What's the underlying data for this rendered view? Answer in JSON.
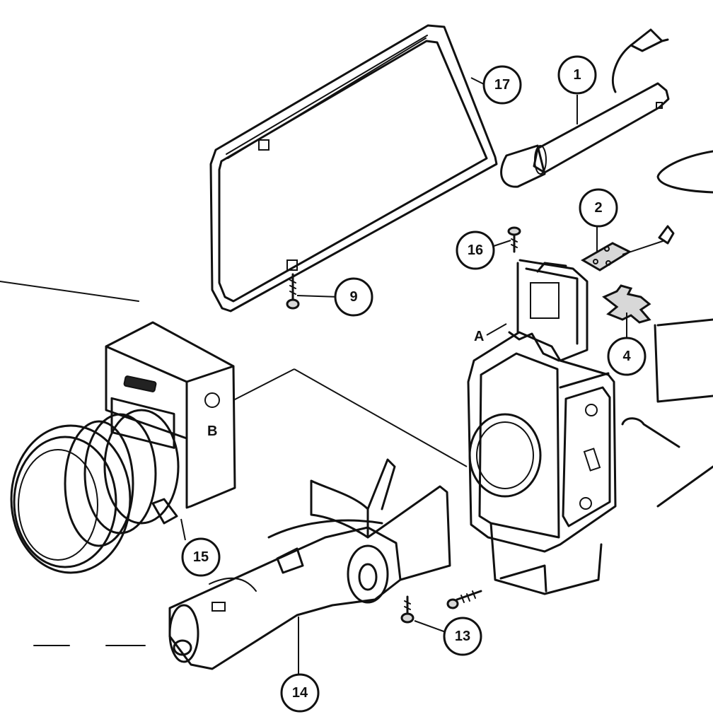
{
  "callouts": [
    {
      "id": "c1",
      "label": "1"
    },
    {
      "id": "c2",
      "label": "2"
    },
    {
      "id": "c4",
      "label": "4"
    },
    {
      "id": "c9",
      "label": "9"
    },
    {
      "id": "c13",
      "label": "13"
    },
    {
      "id": "c14",
      "label": "14"
    },
    {
      "id": "c15",
      "label": "15"
    },
    {
      "id": "c16",
      "label": "16"
    },
    {
      "id": "c17",
      "label": "17"
    }
  ],
  "point_labels": {
    "a": "A",
    "lens_mark": "B"
  }
}
